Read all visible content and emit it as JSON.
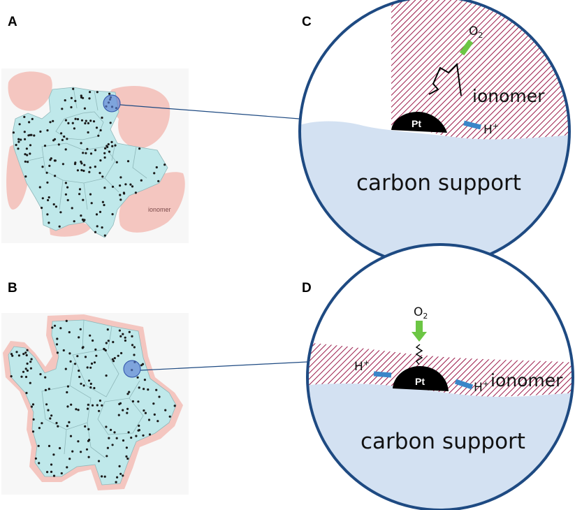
{
  "panels": {
    "a": {
      "label": "A",
      "ionomer_label": "ionomer"
    },
    "b": {
      "label": "B"
    },
    "c": {
      "label": "C",
      "o2": "O",
      "o2_sub": "2",
      "ionomer": "ionomer",
      "pt": "Pt",
      "hplus": "H",
      "hplus_sup": "+",
      "support": "carbon support"
    },
    "d": {
      "label": "D",
      "o2": "O",
      "o2_sub": "2",
      "ionomer": "ionomer",
      "pt": "Pt",
      "hplus_left": "H",
      "hplus_left_sup": "+",
      "hplus_right": "H",
      "hplus_right_sup": "+",
      "support": "carbon support"
    }
  },
  "colors": {
    "ionomer_fill": "#f4c6c0",
    "carbon_fill": "#bfe8ea",
    "carbon_support": "#d3e1f2",
    "hatch": "#9a1848",
    "circle_border": "#1e4a82",
    "magnifier": "#5b7fd4",
    "o2_arrow": "#6cc644",
    "h_arrow": "#3a86c8",
    "pt_fill": "#000000"
  }
}
